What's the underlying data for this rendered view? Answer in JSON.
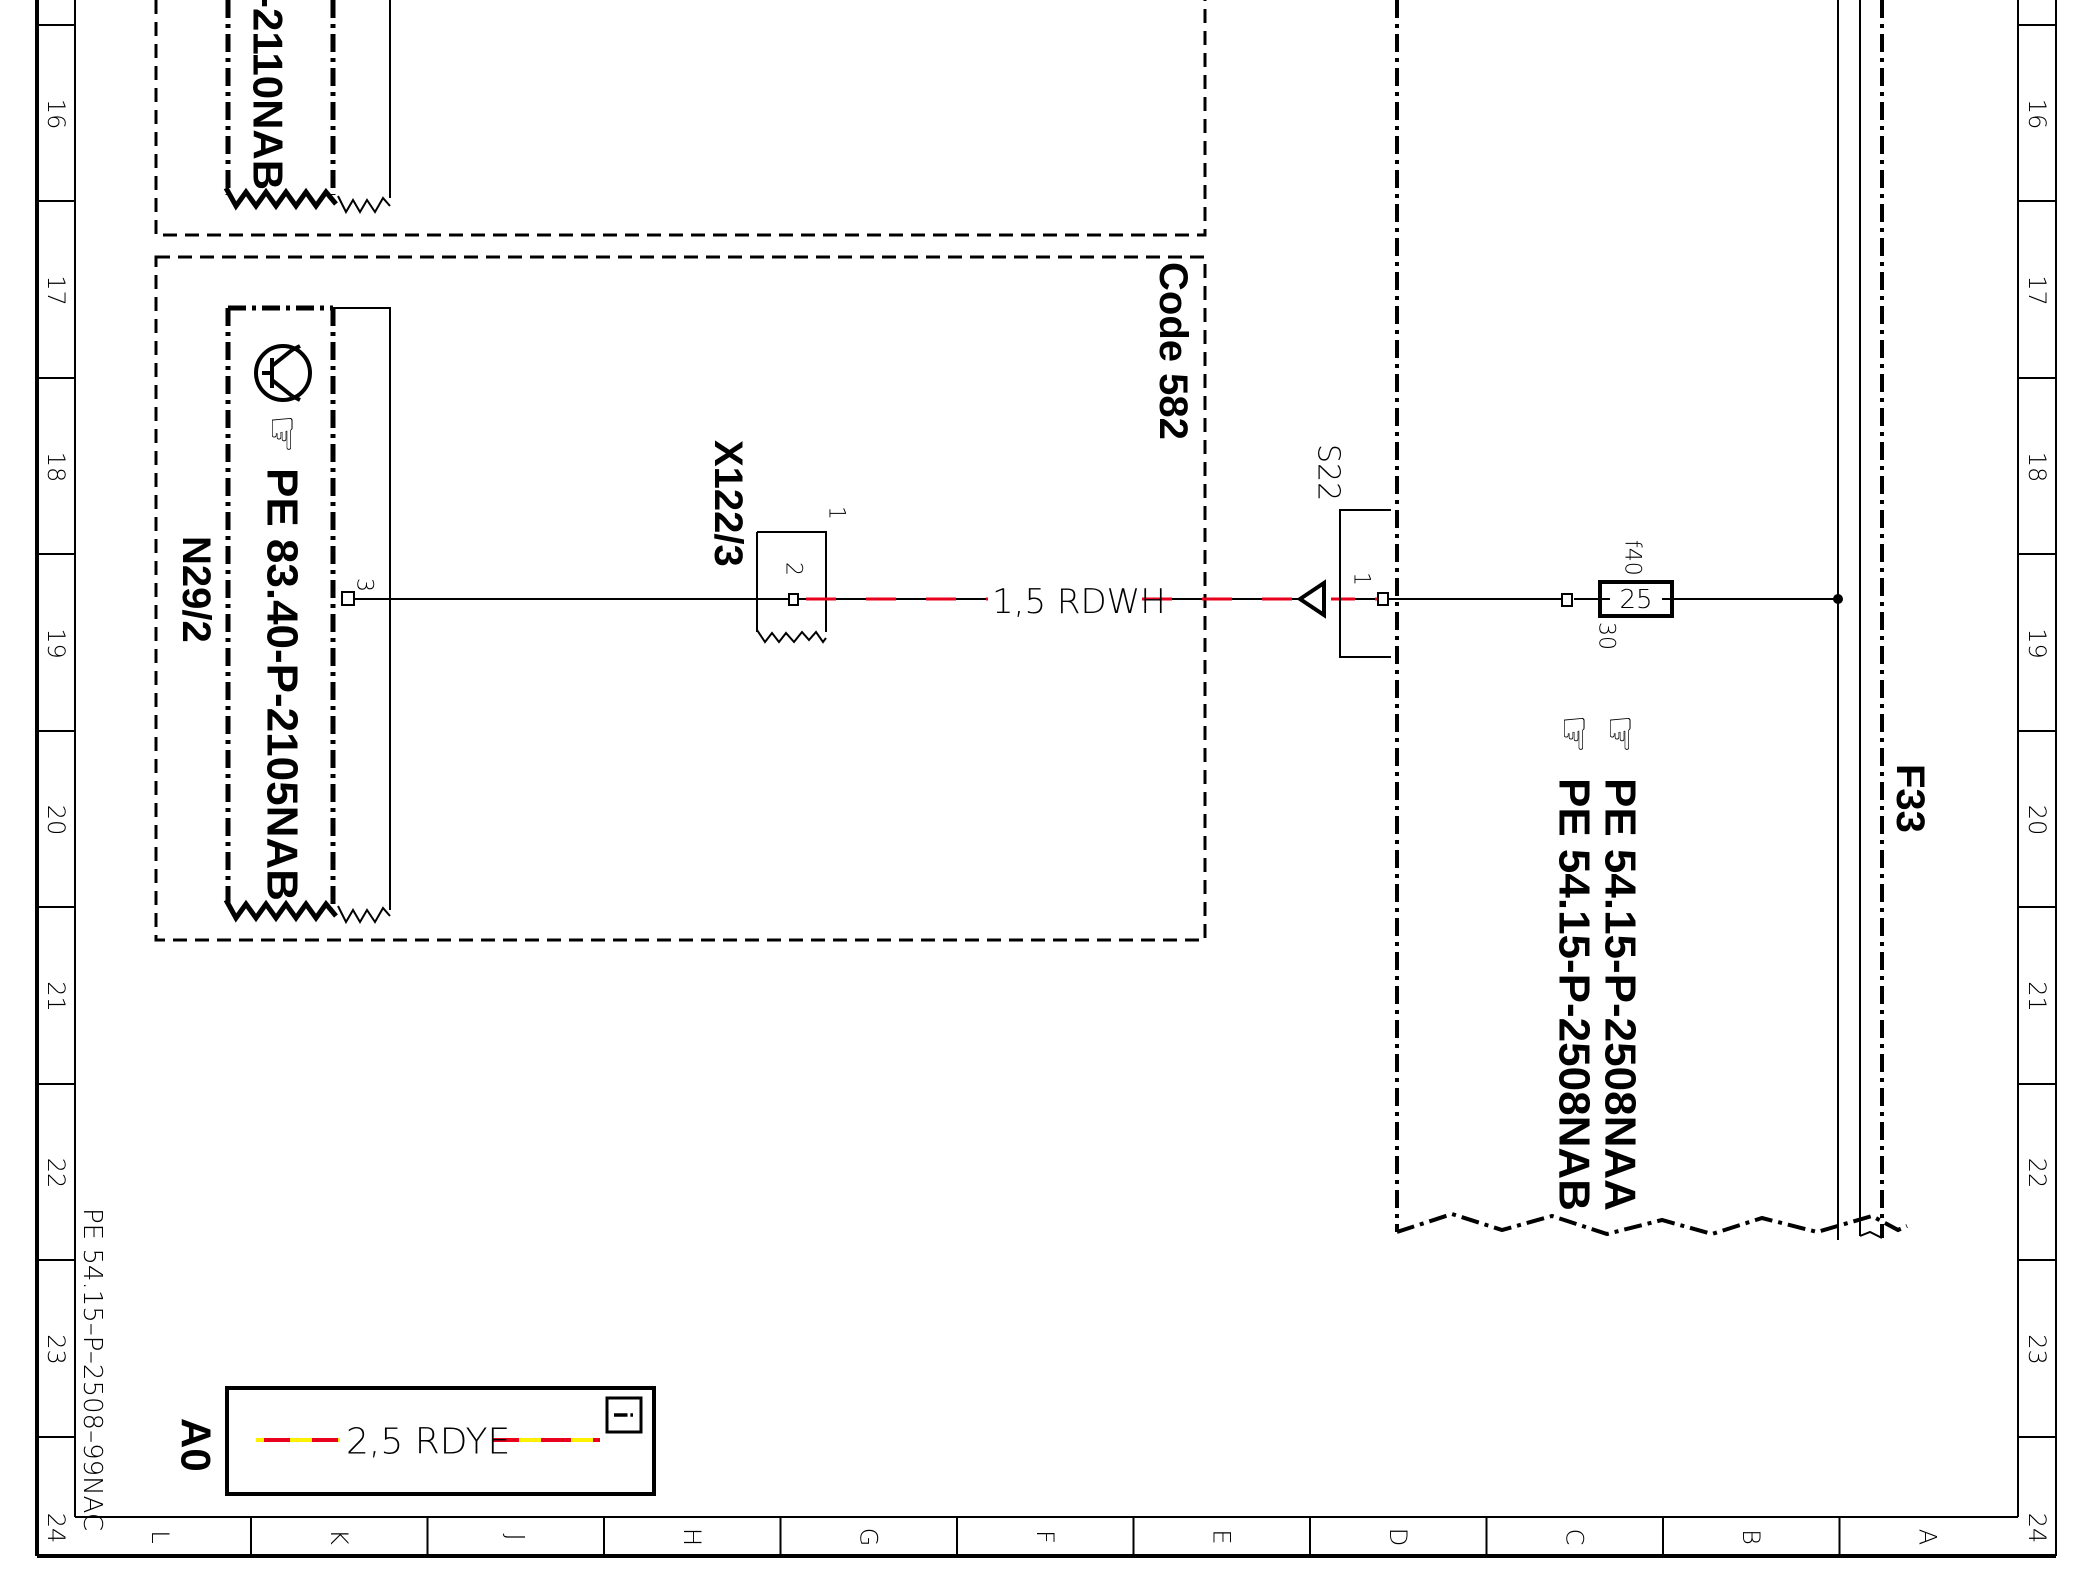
{
  "frame": {
    "row_numbers": [
      "16",
      "17",
      "18",
      "19",
      "20",
      "21",
      "22",
      "23",
      "24"
    ],
    "column_letters": [
      "L",
      "K",
      "J",
      "H",
      "G",
      "F",
      "E",
      "D",
      "C",
      "B",
      "A"
    ],
    "sheet_reference": "PE 54.15–P–2508–99NAC"
  },
  "upper_box": {
    "doc_ref_partial": "-2110NAB"
  },
  "code_box": {
    "code_label": "Code 582",
    "module": {
      "id": "N29/2",
      "doc_ref": "PE 83.40-P-2105NAB",
      "pin": "3",
      "icons": [
        "transistor-symbol-icon",
        "pointing-hand-icon"
      ]
    },
    "connector": {
      "id": "X122/3",
      "pin_outer": "1",
      "pin_inner": "2"
    }
  },
  "wire_main": {
    "label": "1,5 RDWH",
    "colors": [
      "#e8001c",
      "#ffffff"
    ]
  },
  "right_section": {
    "splice": {
      "id": "S22",
      "pin": "1"
    },
    "fuse": {
      "block": "f40",
      "rating": "25",
      "terminal": "30"
    },
    "doc_refs": [
      "PE 54.15-P-2508NAA",
      "PE 54.15-P-2508NAB"
    ],
    "fuse_box_id": "F33"
  },
  "legend": {
    "id": "A0",
    "wire_label": "2,5 RDYE",
    "colors": [
      "#e8001c",
      "#fff200"
    ],
    "icon": "info-icon"
  }
}
